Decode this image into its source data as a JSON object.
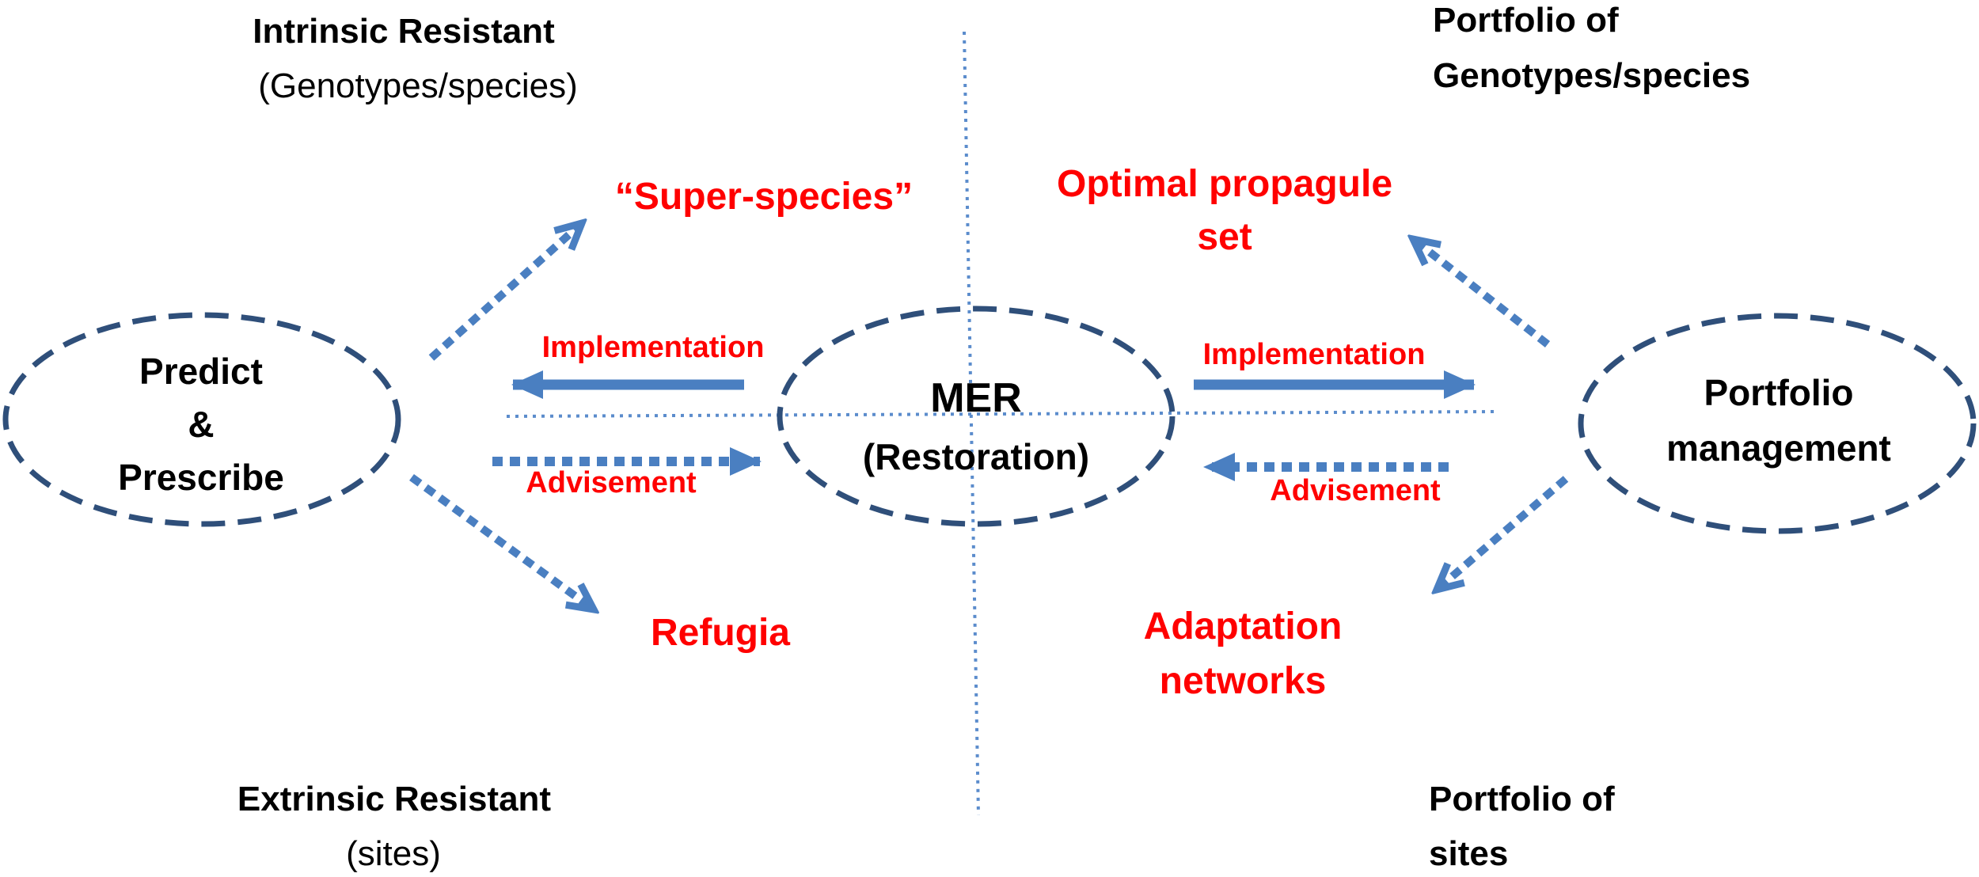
{
  "quadrants": {
    "top_left": {
      "title": "Intrinsic Resistant",
      "subtitle": "(Genotypes/species)"
    },
    "top_right": {
      "line1": "Portfolio of",
      "line2": "Genotypes/species"
    },
    "bottom_left": {
      "title": "Extrinsic Resistant",
      "subtitle": "(sites)"
    },
    "bottom_right": {
      "line1": "Portfolio of",
      "line2": "sites"
    }
  },
  "nodes": {
    "left": {
      "line1": "Predict",
      "line2": "&",
      "line3": "Prescribe"
    },
    "center": {
      "line1": "MER",
      "line2": "(Restoration)"
    },
    "right": {
      "line1": "Portfolio",
      "line2": "management"
    }
  },
  "outcomes": {
    "super_species": "“Super-species”",
    "refugia": "Refugia",
    "optimal_propagule": {
      "line1": "Optimal propagule",
      "line2": "set"
    },
    "adaptation_networks": {
      "line1": "Adaptation",
      "line2": "networks"
    }
  },
  "arrow_labels": {
    "left_implementation": "Implementation",
    "left_advisement": "Advisement",
    "right_implementation": "Implementation",
    "right_advisement": "Advisement"
  },
  "colors": {
    "ellipse_stroke": "#2f4f7a",
    "arrow": "#4a7fc1",
    "divider": "#5b8ccc",
    "outcome_text": "#ff0000",
    "text": "#000000"
  }
}
